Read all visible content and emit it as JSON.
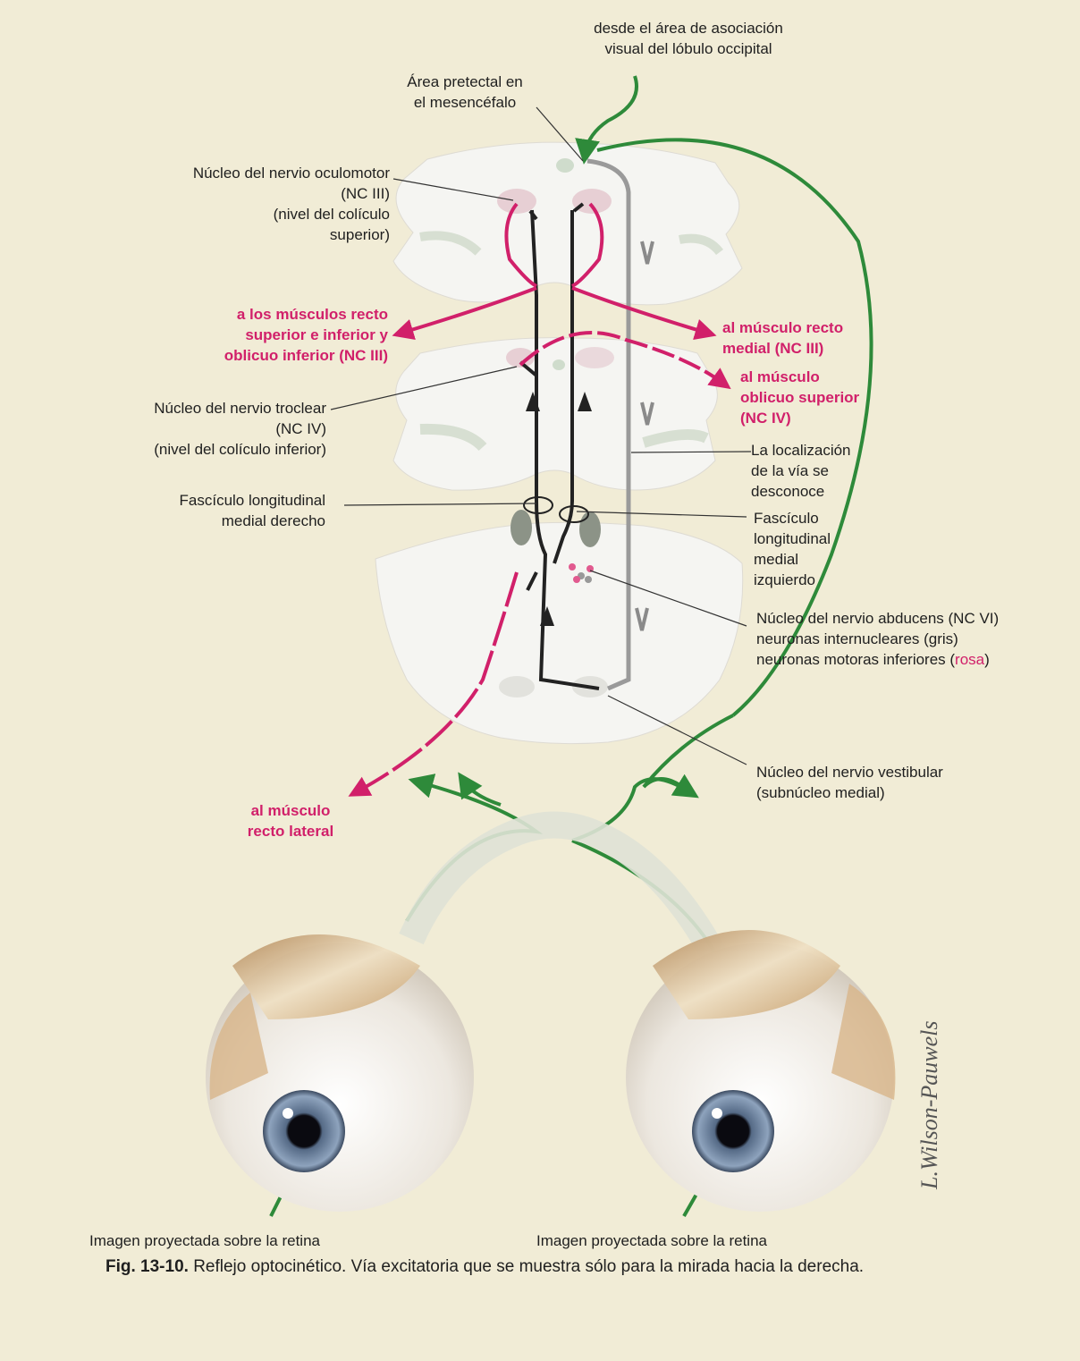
{
  "labels": {
    "occipital": "desde el área de asociación\nvisual del lóbulo occipital",
    "pretectal": "Área pretectal en\nel mesencéfalo",
    "oculomotor": "Núcleo del nervio oculomotor\n(NC III)\n(nivel del colículo\nsuperior)",
    "to_superior_inferior": "a los músculos recto\nsuperior e inferior y\noblicuo inferior (NC III)",
    "to_medial_rectus": "al músculo recto\nmedial (NC III)",
    "to_superior_oblique": "al músculo\noblicuo superior\n(NC IV)",
    "trochlear": "Núcleo del nervio troclear\n(NC IV)\n(nivel del colículo inferior)",
    "unknown_path": "La localización\nde la vía se\ndesconoce",
    "mlf_right": "Fascículo longitudinal\nmedial derecho",
    "mlf_left": "Fascículo\nlongitudinal\nmedial\nizquierdo",
    "abducens": "Núcleo del nervio abducens (NC VI)\nneuronas internucleares (gris)\nneuronas motoras inferiores (",
    "abducens_rosa": "rosa",
    "abducens_close": ")",
    "vestibular": "Núcleo del nervio vestibular\n(subnúcleo medial)",
    "lateral_rectus": "al músculo\nrecto lateral",
    "retina_left": "Imagen proyectada sobre la retina",
    "retina_right": "Imagen proyectada sobre la retina",
    "signature": "L.Wilson-Pauwels"
  },
  "caption": {
    "fig": "Fig. 13-10.",
    "text": " Reflejo optocinético. Vía excitatoria que se muestra sólo para la mirada hacia la derecha."
  },
  "colors": {
    "background": "#f1ecd6",
    "visual_pathway": "#2e8a3a",
    "motor_neuron": "#d1206a",
    "internuclear": "#222222",
    "vestibular_path": "#9a9a9a"
  }
}
